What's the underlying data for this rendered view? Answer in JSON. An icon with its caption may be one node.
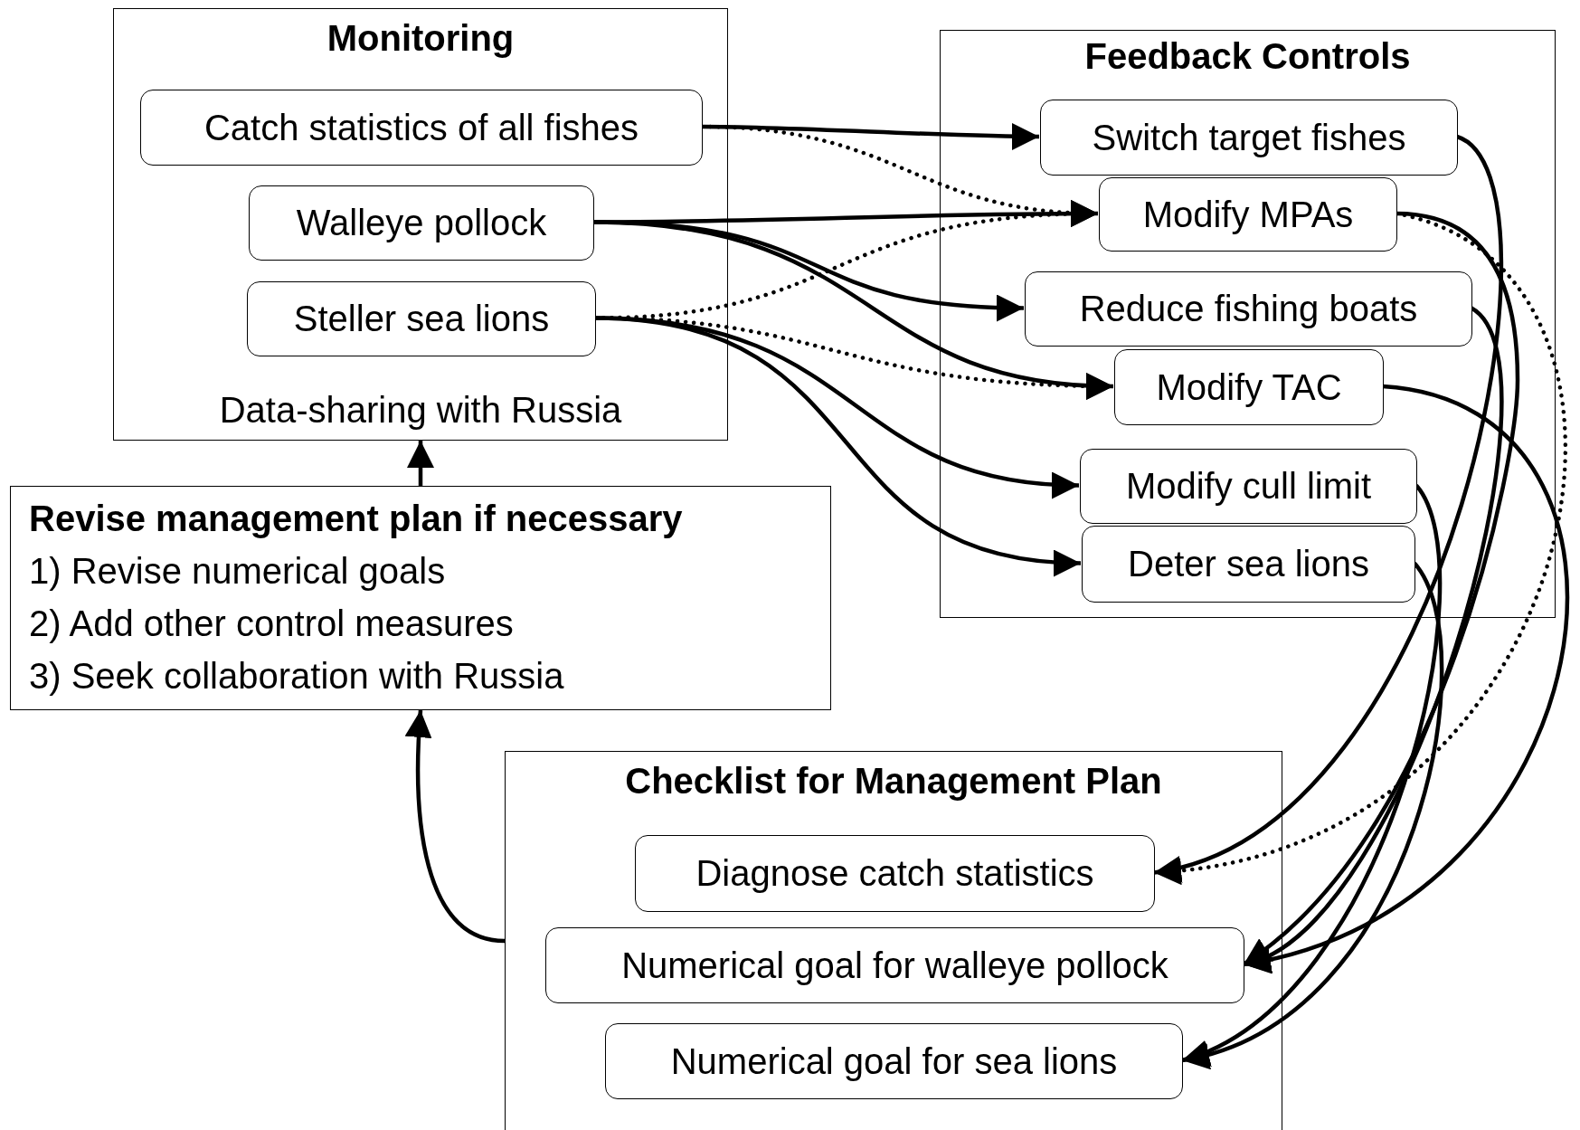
{
  "diagram": {
    "nodes": [
      {
        "text": [
          "Monitoring",
          "Data-sharing with Russia"
        ]
      },
      {
        "text": [
          "Catch statistics of all fishes"
        ],
        "in": 0
      },
      {
        "text": [
          "Walleye pollock"
        ],
        "in": 0
      },
      {
        "text": [
          "Steller sea lions"
        ],
        "in": 0
      },
      {
        "text": [
          "Feedback Controls"
        ]
      },
      {
        "text": [
          "Switch target fishes"
        ],
        "in": 4
      },
      {
        "text": [
          "Modify MPAs"
        ],
        "in": 4
      },
      {
        "text": [
          "Reduce fishing boats"
        ],
        "in": 4
      },
      {
        "text": [
          "Modify TAC"
        ],
        "in": 4
      },
      {
        "text": [
          "Modify cull limit"
        ],
        "in": 4
      },
      {
        "text": [
          "Deter sea lions"
        ],
        "in": 4
      },
      {
        "text": [
          "Revise management plan if necessary",
          "1) Revise numerical goals",
          "2) Add other control measures",
          "3) Seek collaboration with Russia"
        ]
      },
      {
        "text": [
          "Checklist for Management Plan"
        ]
      },
      {
        "text": [
          "Diagnose catch statistics"
        ],
        "in": 12
      },
      {
        "text": [
          "Numerical goal for walleye pollock"
        ],
        "in": 12
      },
      {
        "text": [
          "Numerical goal for sea lions"
        ],
        "in": 12
      }
    ],
    "edges": [
      {
        "from": 1,
        "to": 5,
        "arrow": "to"
      },
      {
        "from": 1,
        "to": 6,
        "arrow": "to",
        "style": "dashed"
      },
      {
        "from": 2,
        "to": 6,
        "arrow": "to"
      },
      {
        "from": 2,
        "to": 7,
        "arrow": "to"
      },
      {
        "from": 2,
        "to": 8,
        "arrow": "to"
      },
      {
        "from": 3,
        "to": 6,
        "arrow": "to",
        "style": "dashed"
      },
      {
        "from": 3,
        "to": 8,
        "arrow": "to",
        "style": "dashed"
      },
      {
        "from": 3,
        "to": 9,
        "arrow": "to"
      },
      {
        "from": 3,
        "to": 10,
        "arrow": "to"
      },
      {
        "from": 5,
        "to": 13,
        "arrow": "to"
      },
      {
        "from": 6,
        "to": 13,
        "arrow": "to",
        "style": "dashed"
      },
      {
        "from": 6,
        "to": 14,
        "arrow": "to"
      },
      {
        "from": 7,
        "to": 14,
        "arrow": "to"
      },
      {
        "from": 8,
        "to": 14,
        "arrow": "to"
      },
      {
        "from": 9,
        "to": 15,
        "arrow": "to"
      },
      {
        "from": 10,
        "to": 15,
        "arrow": "to"
      },
      {
        "from": 11,
        "to": 0,
        "arrow": "to"
      },
      {
        "from": 12,
        "to": 11,
        "arrow": "to"
      }
    ]
  }
}
